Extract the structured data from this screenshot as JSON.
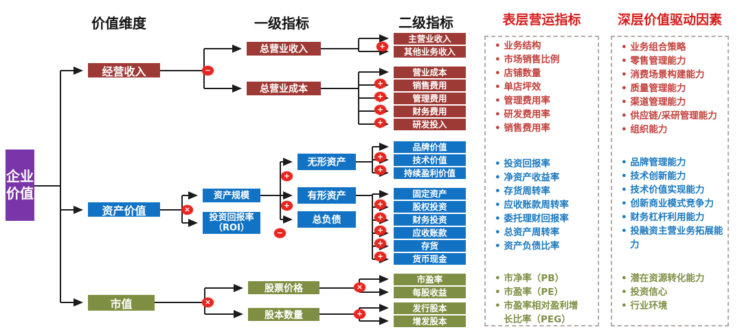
{
  "headers": {
    "dimension": "价值维度",
    "level1": "一级指标",
    "level2": "二级指标"
  },
  "root": "企业价值",
  "nodes": {
    "revenue": "经营收入",
    "asset": "资产价值",
    "market": "市值",
    "total_revenue": "总营业收入",
    "total_cost": "总营业成本",
    "asset_scale": "资产规模",
    "roi": "投资回报率（ROI）",
    "intangible": "无形资产",
    "tangible": "有形资产",
    "liabilities": "总负债",
    "stock_price": "股票价格",
    "share_count": "股本数量"
  },
  "leaves": {
    "revenue": [
      "主营业收入",
      "其他业务收入"
    ],
    "cost": [
      "营业成本",
      "销售费用",
      "管理费用",
      "财务费用",
      "研发投入"
    ],
    "intangible": [
      "品牌价值",
      "技术价值",
      "持续盈利价值"
    ],
    "tangible": [
      "固定资产",
      "股权投资",
      "财务投资",
      "应收账款",
      "存货",
      "货币现金"
    ],
    "market": [
      "市盈率",
      "每股收益",
      "发行股本",
      "增发股本"
    ]
  },
  "ops": {
    "plus": "+",
    "minus": "−",
    "times": "×"
  },
  "surface_panel": {
    "title": "表层营运指标",
    "revenue_items": [
      "业务结构",
      "市场销售比例",
      "店铺数量",
      "单店坪效",
      "管理费用率",
      "研发费用率",
      "销售费用率"
    ],
    "asset_items": [
      "投资回报率",
      "净资产收益率",
      "存货周转率",
      "应收账款周转率",
      "委托理财回报率",
      "总资产周转率",
      "资产负债比率"
    ],
    "market_items": [
      "市净率（PB）",
      "市盈率（PE）",
      "市盈率相对盈利增长比率（PEG）"
    ]
  },
  "deep_panel": {
    "title": "深层价值驱动因素",
    "revenue_items": [
      "业务组合策略",
      "零售管理能力",
      "消费场景构建能力",
      "质量管理能力",
      "渠道管理能力",
      "供应链/采研管理能力",
      "组织能力"
    ],
    "asset_items": [
      "品牌管理能力",
      "技术创新能力",
      "技术价值实现能力",
      "创新商业模式竞争力",
      "财务杠杆利用能力",
      "投融资主营业务拓展能力"
    ],
    "market_items": [
      "潜在资源转化能力",
      "投资信心",
      "行业环境"
    ]
  },
  "colors": {
    "red_box": "#9e3a36",
    "blue_box": "#1273c4",
    "green_box": "#7e8f43",
    "purple_box": "#7a35a8",
    "badge_red": "#e8241f",
    "red_text": "#c2413c",
    "blue_text": "#1b79c0",
    "green_text": "#7e8f43",
    "header_red": "#d41c1c",
    "line": "#1b1b1b"
  }
}
